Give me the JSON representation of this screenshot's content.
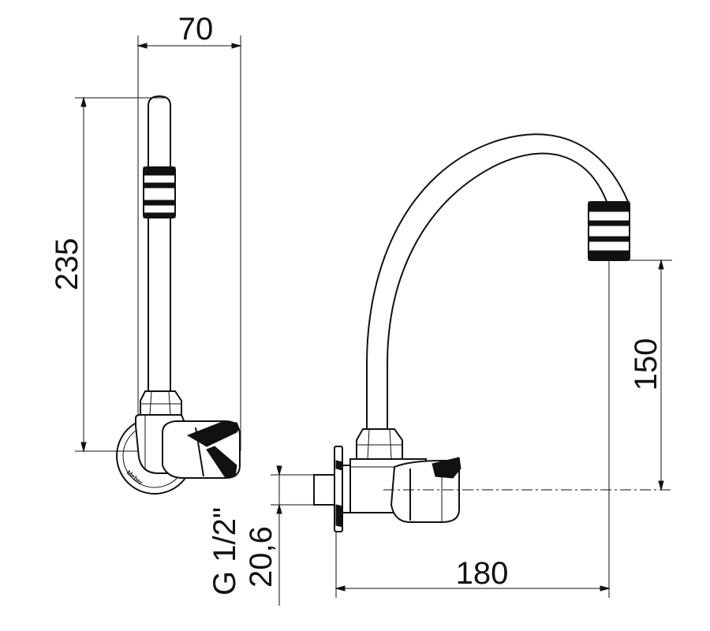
{
  "dimensions": {
    "top_width": "70",
    "side_height": "235",
    "spout_height": "150",
    "horizontal_reach": "180",
    "thread_size": "G 1/2\"",
    "thread_diameter": "20,6"
  },
  "brand_mark": "Meber",
  "colors": {
    "line": "#111111",
    "background": "#ffffff"
  }
}
